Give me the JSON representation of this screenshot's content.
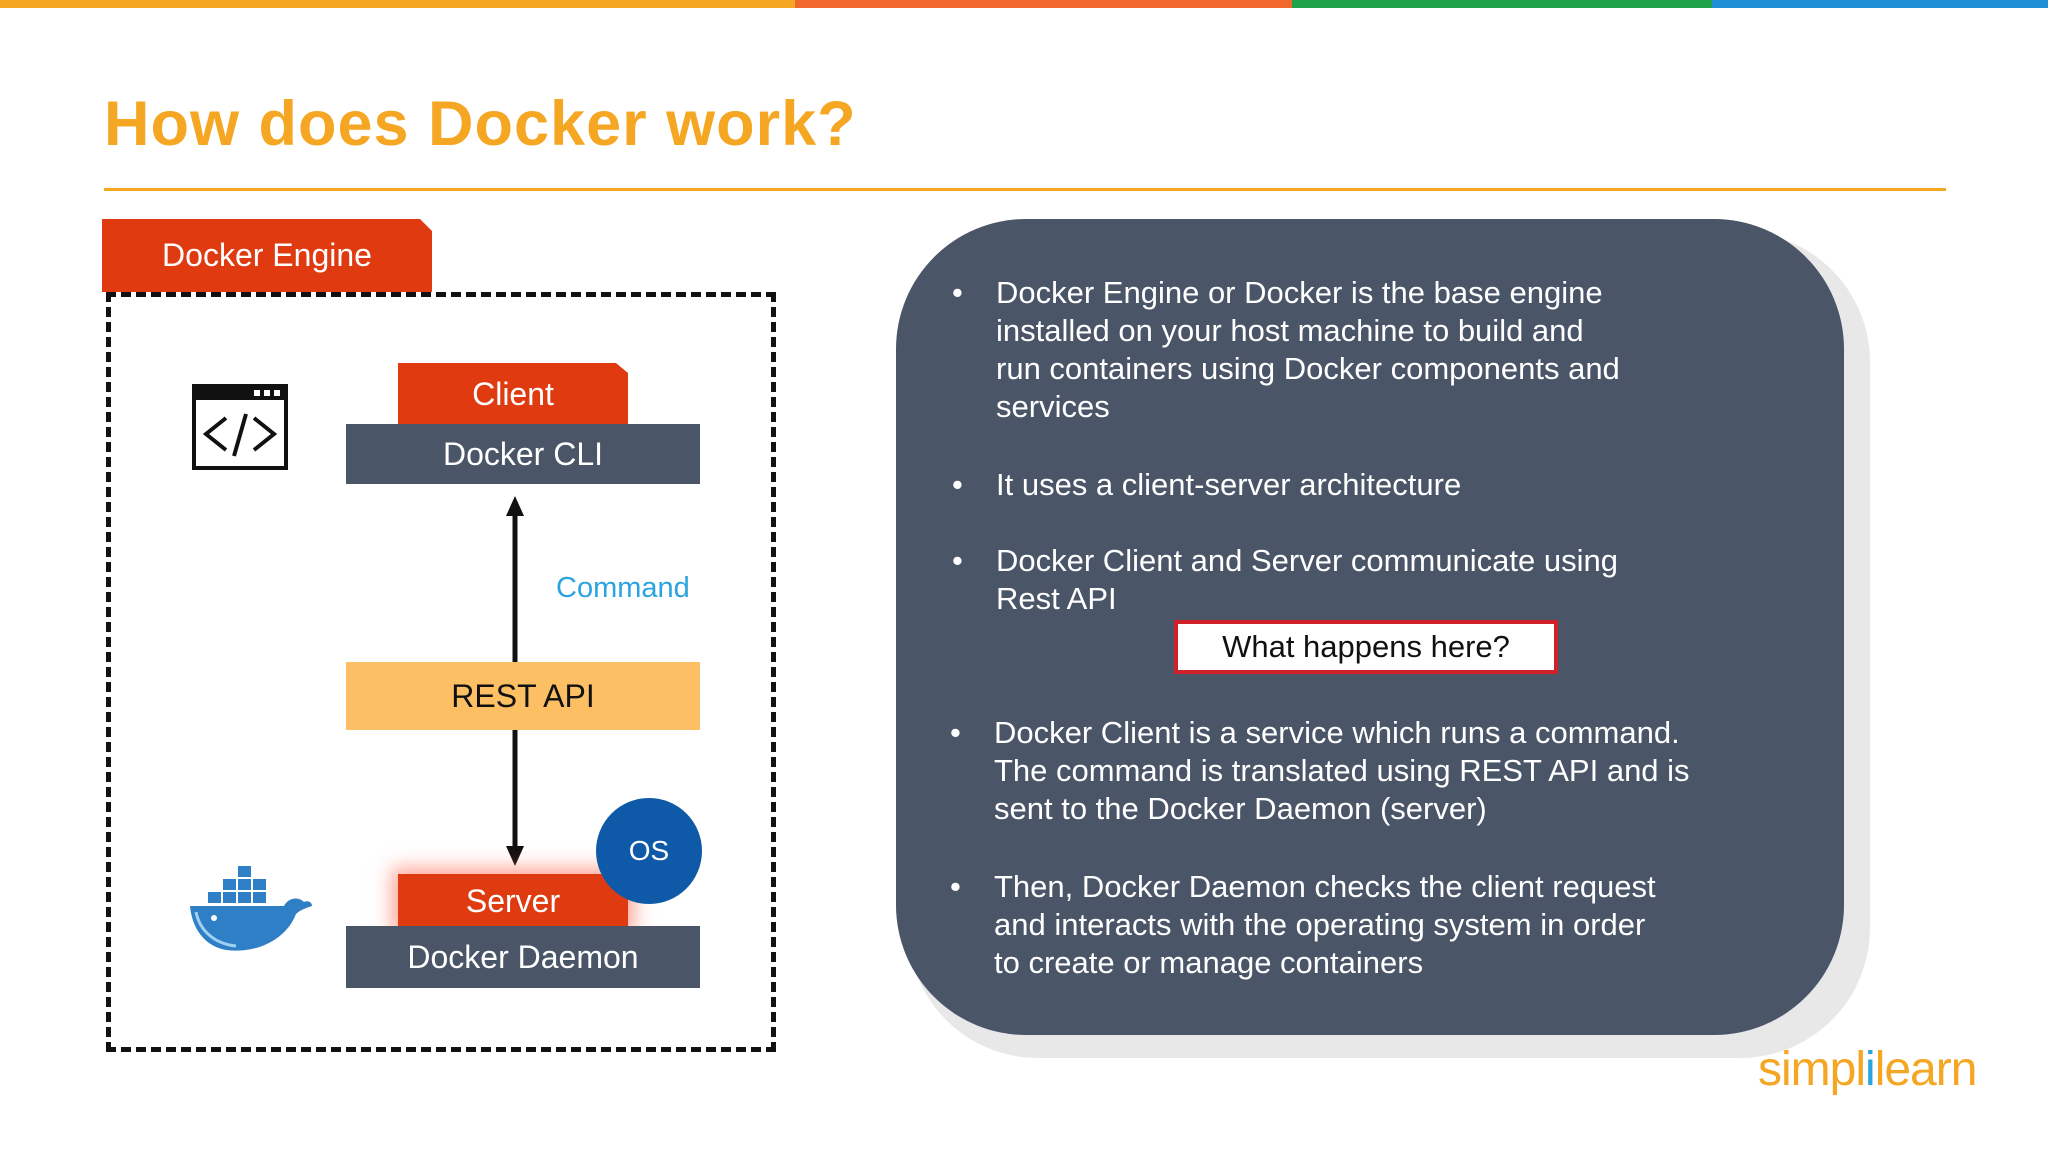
{
  "colors": {
    "title": "#f5a623",
    "accent_red": "#e03a10",
    "slate": "#4a5568",
    "rest_yellow": "#fcbf63",
    "os_blue": "#0f5aa8",
    "command_blue": "#2ba3e0",
    "question_border": "#d0202a",
    "topbar": [
      "#f5a623",
      "#f2672b",
      "#1ea24a",
      "#1e8fd5"
    ]
  },
  "title": "How does Docker work?",
  "diagram": {
    "engine_label": "Docker Engine",
    "client_label": "Client",
    "cli_label": "Docker CLI",
    "command_label": "Command",
    "rest_label": "REST API",
    "os_label": "OS",
    "server_label": "Server",
    "daemon_label": "Docker Daemon",
    "icons": [
      "code-window-icon",
      "docker-whale-icon"
    ]
  },
  "panel": {
    "bullets": [
      {
        "lines": [
          "Docker Engine or Docker is the base engine",
          "installed on your host machine to build and",
          "run containers using Docker components and",
          "services"
        ]
      },
      {
        "lines": [
          "It uses a client-server architecture"
        ]
      },
      {
        "lines": [
          "Docker Client and Server communicate using",
          "Rest API"
        ]
      },
      {
        "lines": [
          "Docker Client is a service which runs a command.",
          "The command is translated using REST API and is",
          "sent to the Docker Daemon (server)"
        ]
      },
      {
        "lines": [
          "Then, Docker Daemon checks the client request",
          "and interacts with the operating system in order",
          "to create or manage containers"
        ]
      }
    ],
    "bullet_glyph": "•",
    "question": "What happens here?"
  },
  "logo": {
    "prefix": "simpl",
    "mark": "i",
    "suffix": "learn"
  }
}
